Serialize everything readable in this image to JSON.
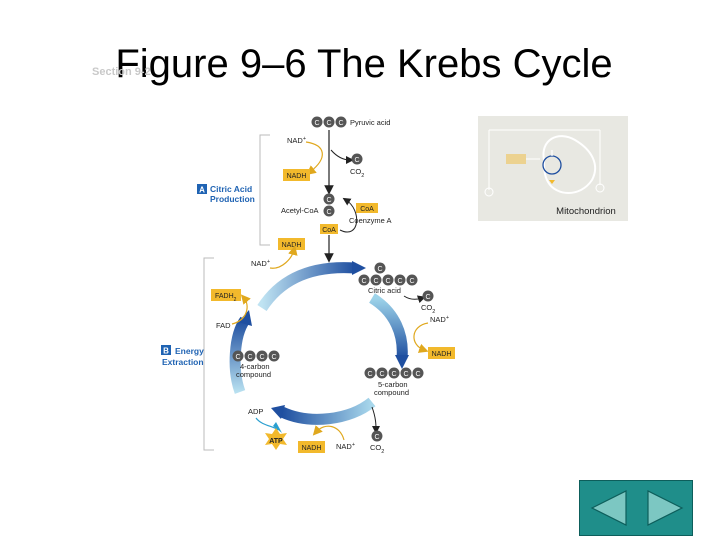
{
  "title": "Figure 9–6 The Krebs Cycle",
  "ghost_text": "Section 9-2",
  "carbon": "C",
  "stage_a": {
    "letter": "A",
    "line1": "Citric Acid",
    "line2": "Production"
  },
  "stage_b": {
    "letter": "B",
    "line1": "Energy",
    "line2": "Extraction"
  },
  "labels": {
    "pyruvic_acid": "Pyruvic acid",
    "nad": "NAD",
    "nadh": "NADH",
    "co": "CO",
    "sub2": "2",
    "acetyl_coa": "Acetyl-CoA",
    "coa": "CoA",
    "coenzyme_a": "Coenzyme A",
    "citric_acid": "Citric acid",
    "fadh": "FADH",
    "fad": "FAD",
    "four_carbon_1": "4-carbon",
    "four_carbon_2": "compound",
    "five_carbon_1": "5-carbon",
    "five_carbon_2": "compound",
    "adp": "ADP",
    "atp": "ATP",
    "plus": "+"
  },
  "inset": {
    "caption": "Mitochondrion"
  },
  "navigation": {
    "prev": "previous-slide",
    "next": "next-slide"
  },
  "colors": {
    "nadh_box": "#f2b92c",
    "cycle_blue": "#1f4fa0",
    "stage_badge": "#1f63b3",
    "nav_teal": "#1f8e8a"
  }
}
